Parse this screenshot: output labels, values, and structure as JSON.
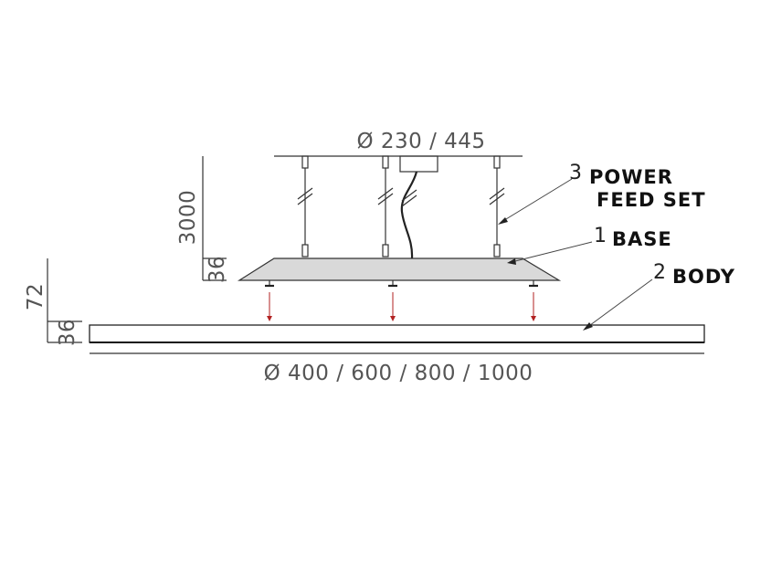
{
  "dimensions": {
    "top_width": "Ø 230 / 445",
    "bottom_width": "Ø 400 / 600 / 800 / 1000",
    "cable_length": "3000",
    "base_height": "36",
    "total_height": "72",
    "body_height": "36"
  },
  "parts": [
    {
      "number": "3",
      "line1": "POWER",
      "line2": "FEED SET"
    },
    {
      "number": "1",
      "line1": "BASE"
    },
    {
      "number": "2",
      "line1": "BODY"
    }
  ],
  "colors": {
    "line": "#333333",
    "dimension_text": "#555555",
    "base_fill": "#d9d9d9",
    "arrow": "#b22222"
  }
}
